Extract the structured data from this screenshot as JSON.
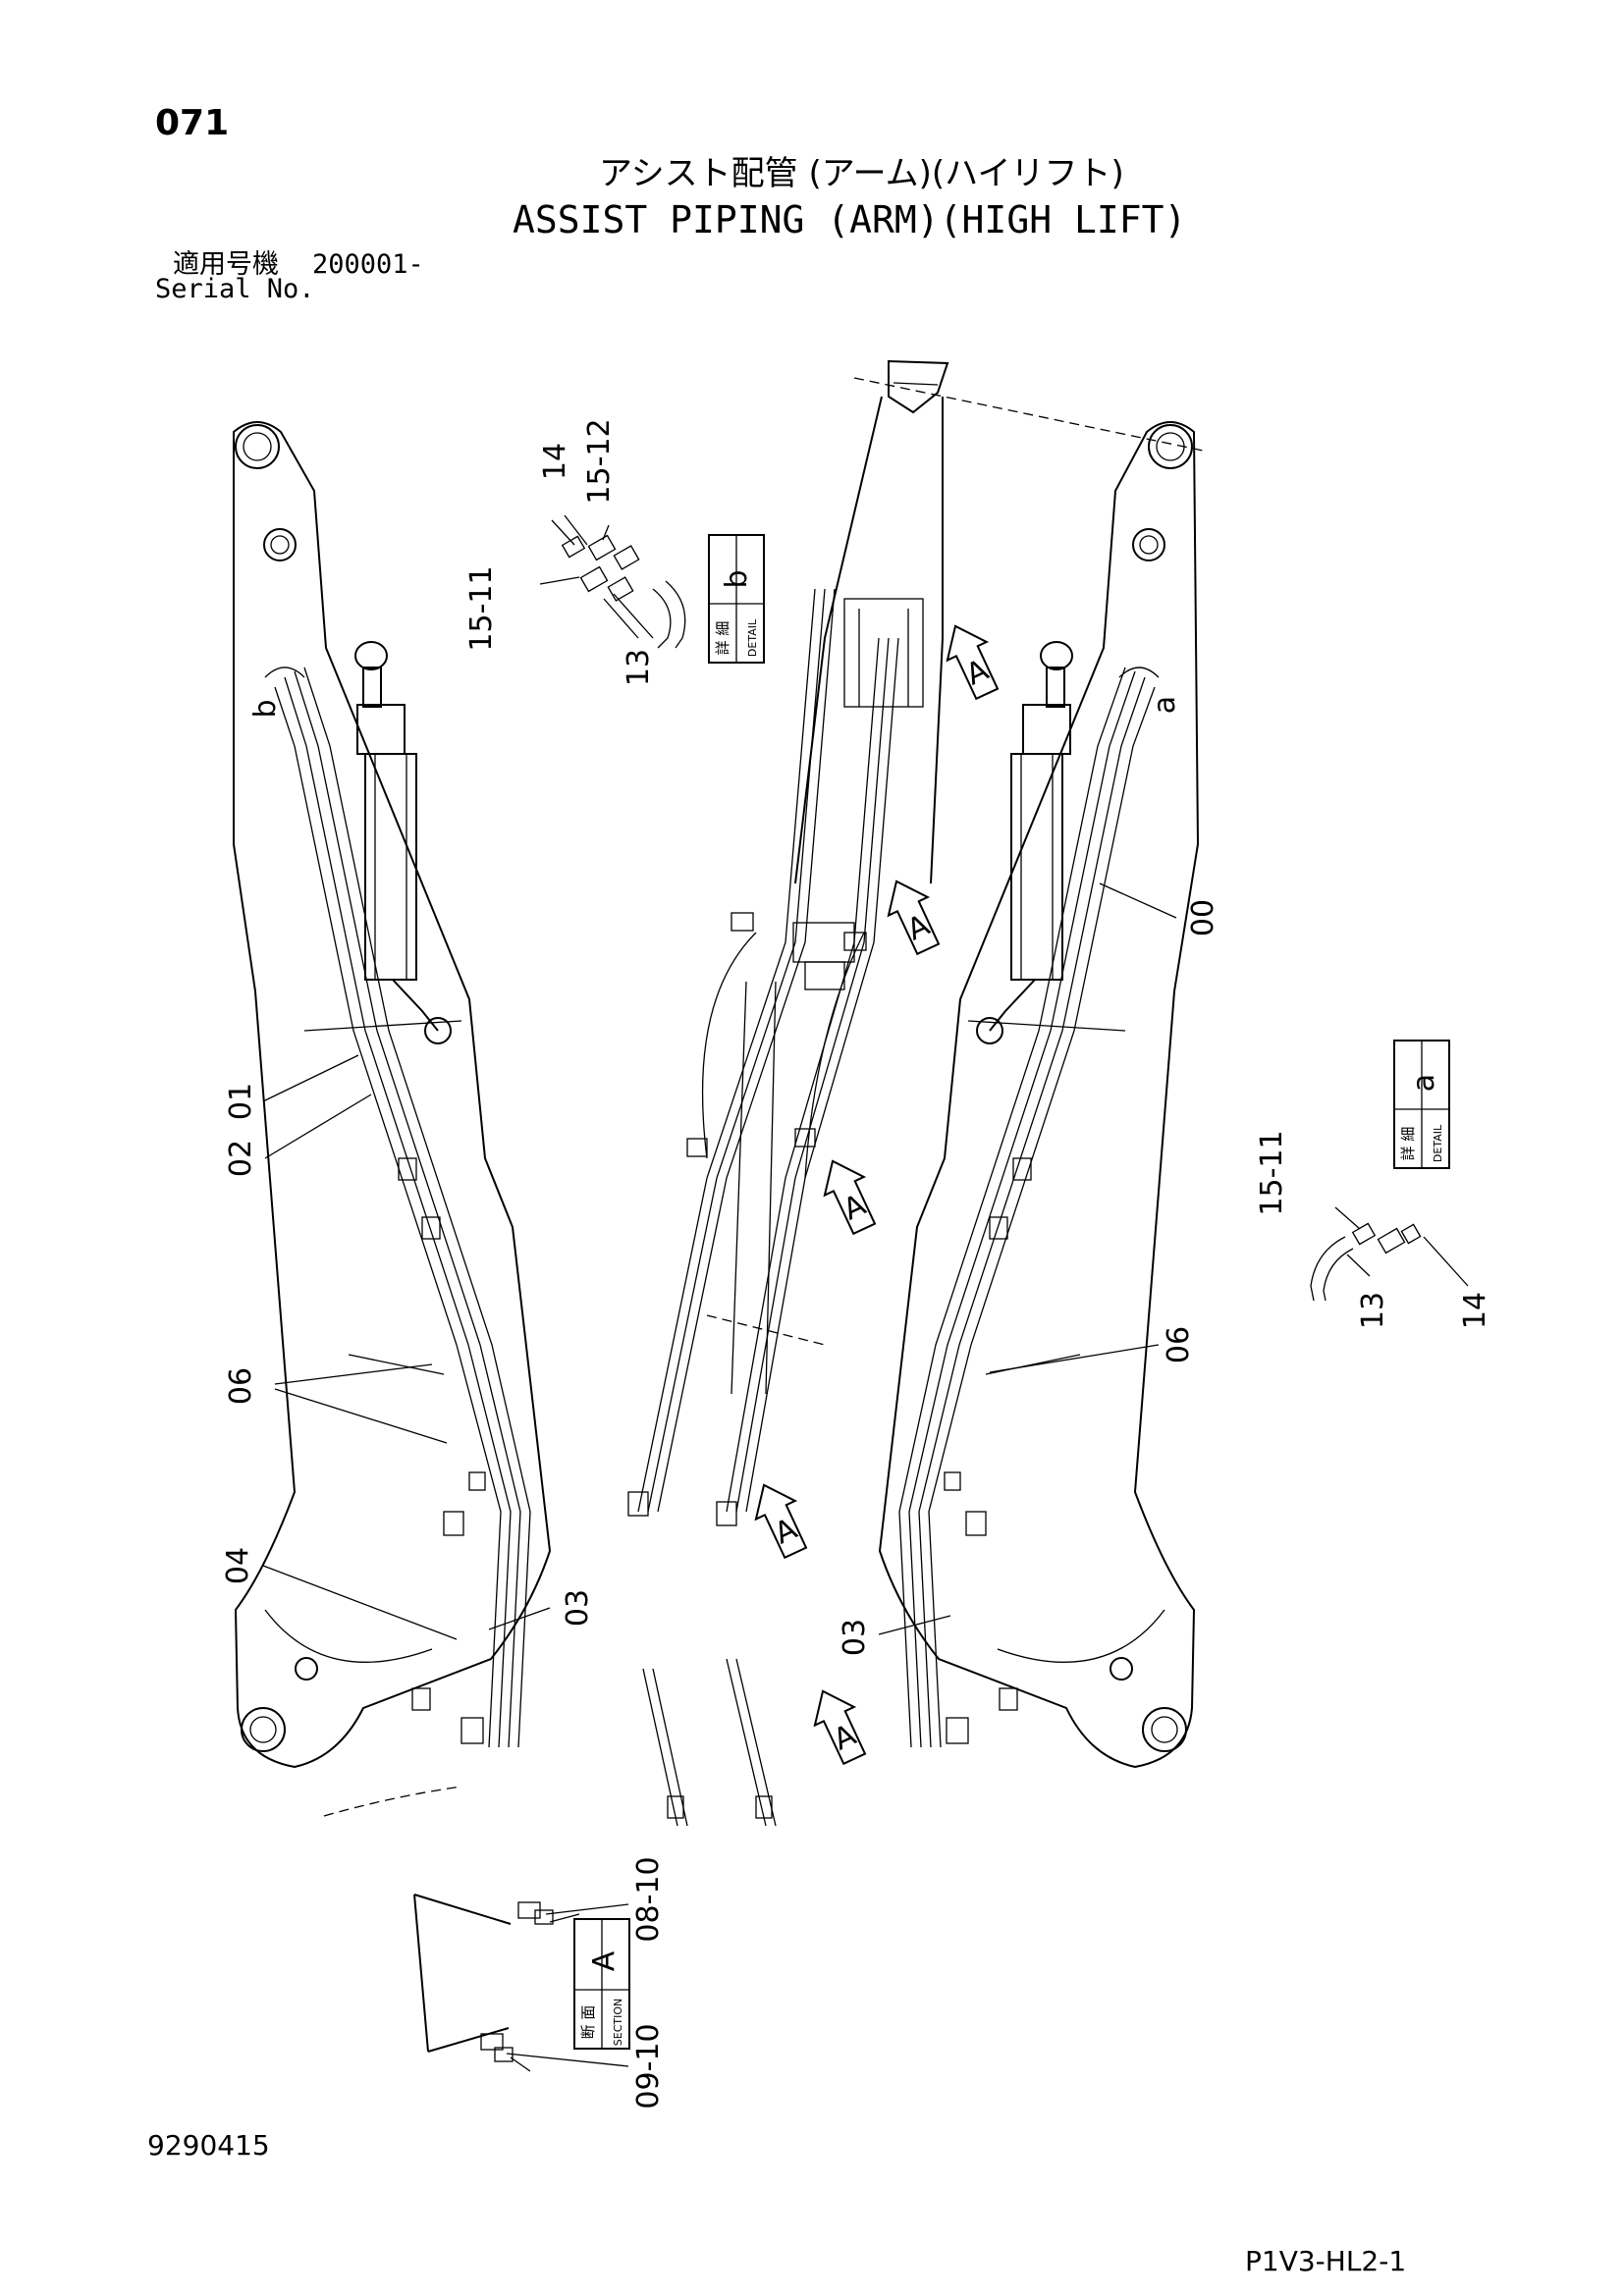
{
  "header": {
    "page_number": "071",
    "title_jp": "アシスト配管 (アーム)(ハイリフト)",
    "title_en": "ASSIST PIPING (ARM)(HIGH LIFT)",
    "serial_label_jp": "適用号機",
    "serial_value": "200001-",
    "serial_label_en": "Serial No."
  },
  "footer": {
    "document_number": "9290415",
    "reference_code": "P1V3-HL2-1"
  },
  "detail_boxes": {
    "detail_b": {
      "letter": "b",
      "jp": "詳 細",
      "en": "DETAIL"
    },
    "detail_a": {
      "letter": "a",
      "jp": "詳 細",
      "en": "DETAIL"
    },
    "section_a": {
      "letter": "A",
      "jp": "断 面",
      "en": "SECTION"
    }
  },
  "view_markers": {
    "arrow_letter": "A",
    "left_detail": "b",
    "right_detail": "a"
  },
  "callouts": {
    "c00": "00",
    "c01": "01",
    "c02": "02",
    "c03_left": "03",
    "c03_right": "03",
    "c04": "04",
    "c06_left": "06",
    "c06_right": "06",
    "c08_10": "08-10",
    "c09_10": "09-10",
    "b_12": "15-12",
    "b_11": "15-11",
    "b_14": "14",
    "b_13": "13",
    "a_11": "15-11",
    "a_13": "13",
    "a_14": "14"
  }
}
